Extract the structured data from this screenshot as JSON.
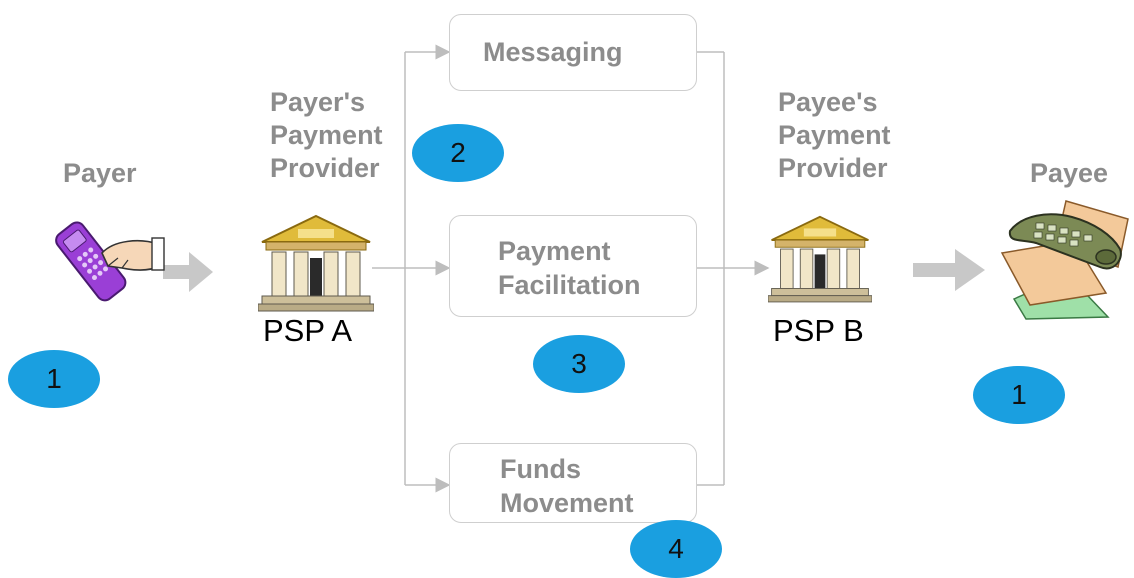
{
  "actors": {
    "payer": "Payer",
    "payee": "Payee",
    "payer_provider": [
      "Payer's",
      "Payment",
      "Provider"
    ],
    "payee_provider": [
      "Payee's",
      "Payment",
      "Provider"
    ],
    "psp_a": "PSP A",
    "psp_b": "PSP B"
  },
  "boxes": {
    "messaging": [
      "Messaging"
    ],
    "payment_facilitation": [
      "Payment",
      "Facilitation"
    ],
    "funds_movement": [
      "Funds",
      "Movement"
    ]
  },
  "badges": {
    "payer": "1",
    "messaging": "2",
    "facilitation": "3",
    "funds": "4",
    "payee": "1"
  },
  "colors": {
    "label_gray": "#8c8c8c",
    "badge_blue": "#1a9fe0",
    "arrow_gray": "#c8c8c8",
    "box_border": "#cfcfcf"
  },
  "icons": {
    "payer": "phone-keypad-hand-icon",
    "bank": "bank-building-icon",
    "payee": "phone-money-icon"
  }
}
